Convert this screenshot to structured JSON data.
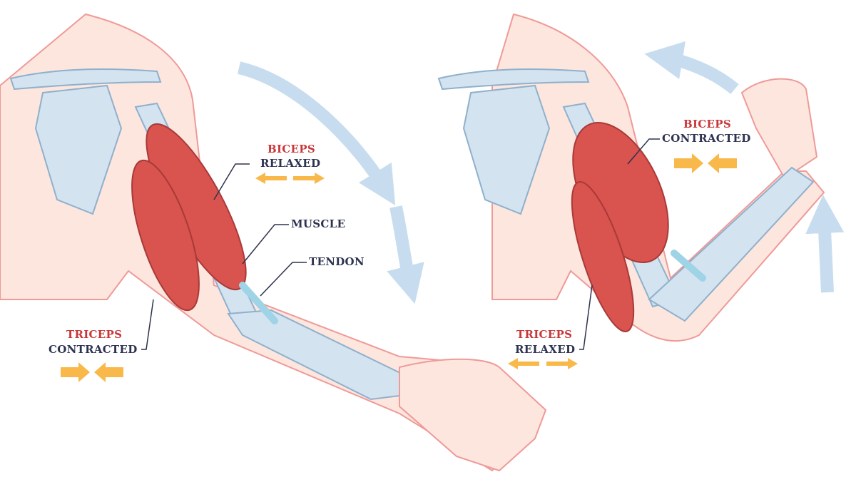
{
  "colors": {
    "label_red": "#c8373a",
    "label_navy": "#2d3350",
    "force_arrow": "#f9b94a",
    "motion_arrow": "#c7ddef",
    "skin": "#fde6de",
    "skin_outline": "#ef9a98",
    "bone": "#d3e3f0",
    "bone_outline": "#8fb0cc",
    "muscle": "#d9534f",
    "tendon": "#9fd3e6"
  },
  "left_arm": {
    "biceps": {
      "name": "BICEPS",
      "state": "RELAXED"
    },
    "triceps": {
      "name": "TRICEPS",
      "state": "CONTRACTED"
    },
    "muscle_label": "MUSCLE",
    "tendon_label": "TENDON"
  },
  "right_arm": {
    "biceps": {
      "name": "BICEPS",
      "state": "CONTRACTED"
    },
    "triceps": {
      "name": "TRICEPS",
      "state": "RELAXED"
    }
  }
}
